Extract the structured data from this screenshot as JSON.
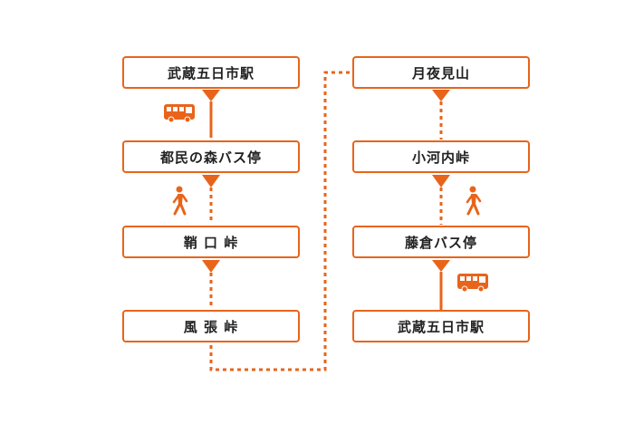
{
  "colors": {
    "accent": "#e8641b",
    "text": "#222222",
    "background": "#ffffff"
  },
  "left_column": {
    "stops": [
      {
        "label": "武蔵五日市駅"
      },
      {
        "label": "都民の森バス停"
      },
      {
        "label": "鞘 口 峠"
      },
      {
        "label": "風 張 峠"
      }
    ],
    "segments": [
      {
        "mode": "bus",
        "icon": "bus-icon"
      },
      {
        "mode": "walk",
        "icon": "walker-icon"
      },
      {
        "mode": "walk"
      }
    ]
  },
  "right_column": {
    "stops": [
      {
        "label": "月夜見山"
      },
      {
        "label": "小河内峠"
      },
      {
        "label": "藤倉バス停"
      },
      {
        "label": "武蔵五日市駅"
      }
    ],
    "segments": [
      {
        "mode": "walk"
      },
      {
        "mode": "walk",
        "icon": "walker-icon"
      },
      {
        "mode": "bus",
        "icon": "bus-icon"
      }
    ]
  },
  "bridge": {
    "mode": "walk"
  }
}
